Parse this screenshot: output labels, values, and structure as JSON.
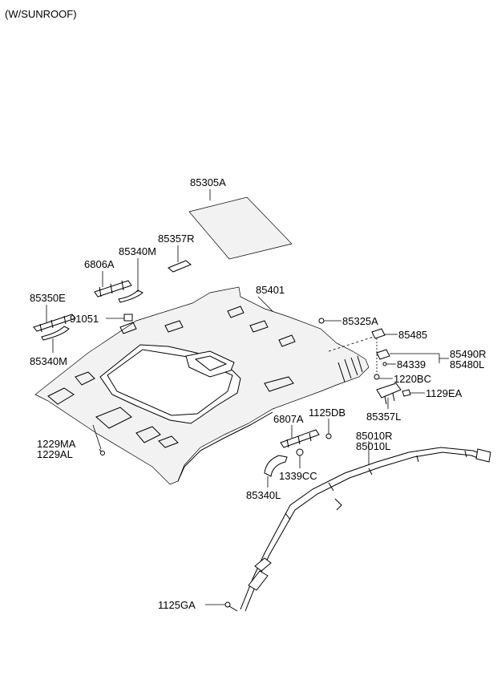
{
  "header": {
    "variant": "(W/SUNROOF)"
  },
  "parts": {
    "p85305A": "85305A",
    "p85357R": "85357R",
    "p85340M_top": "85340M",
    "p6806A": "6806A",
    "p85350E": "85350E",
    "p91051": "91051",
    "p85340M_left": "85340M",
    "p85401": "85401",
    "p85325A": "85325A",
    "p85485": "85485",
    "p85490R": "85490R",
    "p85480L": "85480L",
    "p84339": "84339",
    "p1220BC": "1220BC",
    "p1129EA": "1129EA",
    "p85357L": "85357L",
    "p6807A": "6807A",
    "p1125DB": "1125DB",
    "p85010R": "85010R",
    "p85010L": "85010L",
    "p1229MA": "1229MA",
    "p1229AL": "1229AL",
    "p1339CC": "1339CC",
    "p85340L": "85340L",
    "p1125GA": "1125GA"
  }
}
